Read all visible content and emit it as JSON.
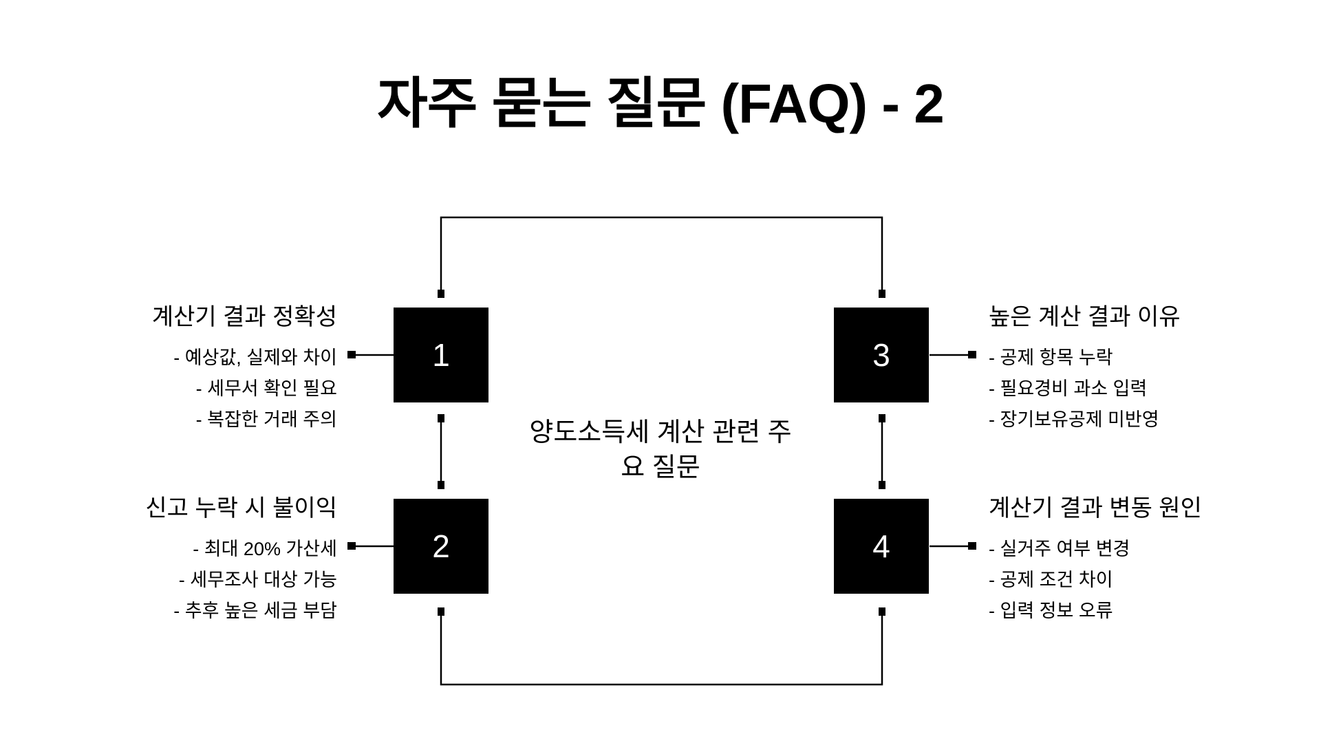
{
  "title": "자주 묻는 질문 (FAQ) - 2",
  "center_label": {
    "full_text": "양도소득세 계산 관련 주요 질문",
    "line1": "양도소득세 계산 관련 주",
    "line2": "요 질문"
  },
  "items": [
    {
      "number": "1",
      "side": "left",
      "title": "계산기 결과 정확성",
      "bullets": [
        "- 예상값, 실제와 차이",
        "- 세무서 확인 필요",
        "- 복잡한 거래 주의"
      ]
    },
    {
      "number": "2",
      "side": "left",
      "title": "신고 누락 시 불이익",
      "bullets": [
        "- 최대 20% 가산세",
        "- 세무조사 대상 가능",
        "- 추후 높은 세금 부담"
      ]
    },
    {
      "number": "3",
      "side": "right",
      "title": "높은 계산 결과 이유",
      "bullets": [
        "- 공제 항목 누락",
        "- 필요경비 과소 입력",
        "- 장기보유공제 미반영"
      ]
    },
    {
      "number": "4",
      "side": "right",
      "title": "계산기 결과 변동 원인",
      "bullets": [
        "- 실거주 여부 변경",
        "- 공제 조건 차이",
        "- 입력 정보 오류"
      ]
    }
  ],
  "colors": {
    "background": "#ffffff",
    "box_fill": "#000000",
    "box_number": "#ffffff",
    "text": "#000000",
    "connector": "#000000"
  }
}
